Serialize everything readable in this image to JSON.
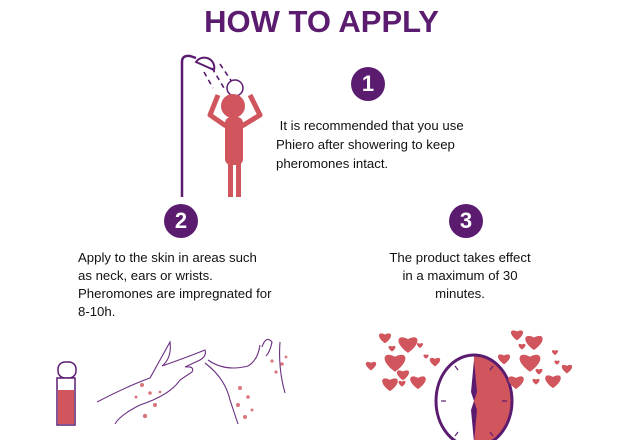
{
  "title": "HOW TO APPLY",
  "steps": [
    {
      "number": "1",
      "lines": [
        " It is recommended that you use",
        "Phiero after showering to keep",
        "pheromones intact."
      ]
    },
    {
      "number": "2",
      "lines": [
        "Apply to the skin in areas such",
        "as neck, ears or wrists.",
        "Pheromones are impregnated for",
        "8-10h."
      ]
    },
    {
      "number": "3",
      "lines": [
        "The product takes effect",
        "in a maximum of 30",
        "minutes."
      ]
    }
  ],
  "colors": {
    "purple": "#5b1c70",
    "coral": "#d0555c"
  }
}
